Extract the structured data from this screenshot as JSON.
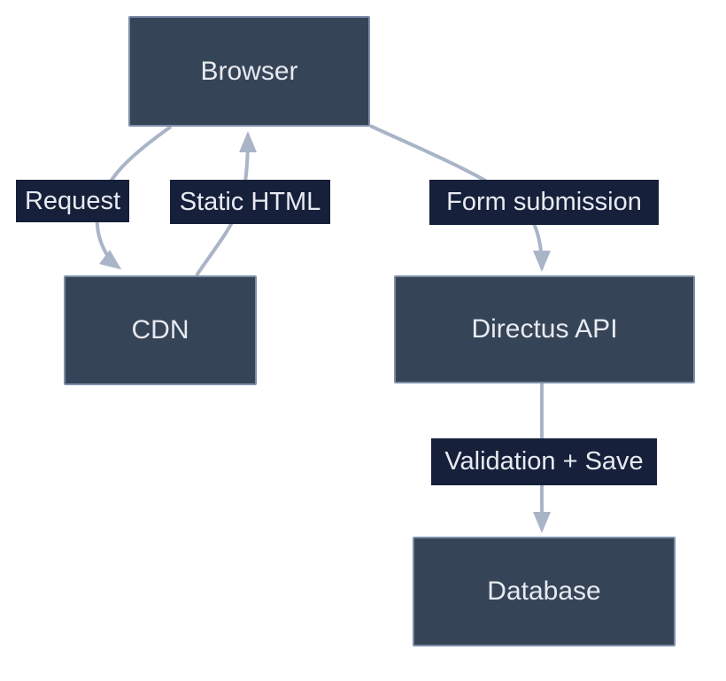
{
  "diagram": {
    "type": "flowchart",
    "background_color": "#ffffff",
    "node_fill_color": "#364458",
    "node_border_color": "#7d8ea9",
    "node_text_color": "#e7eaf0",
    "edge_color": "#a9b4c7",
    "edge_label_bg_color": "#16203a",
    "edge_label_text_color": "#e7eaf0",
    "nodes": [
      {
        "id": "browser",
        "label": "Browser"
      },
      {
        "id": "cdn",
        "label": "CDN"
      },
      {
        "id": "directus",
        "label": "Directus API"
      },
      {
        "id": "database",
        "label": "Database"
      }
    ],
    "edges": [
      {
        "id": "request",
        "from": "Browser",
        "to": "CDN",
        "label": "Request"
      },
      {
        "id": "static-html",
        "from": "CDN",
        "to": "Browser",
        "label": "Static HTML"
      },
      {
        "id": "form-submission",
        "from": "Browser",
        "to": "Directus API",
        "label": "Form submission"
      },
      {
        "id": "validation-save",
        "from": "Directus API",
        "to": "Database",
        "label": "Validation + Save"
      }
    ]
  }
}
